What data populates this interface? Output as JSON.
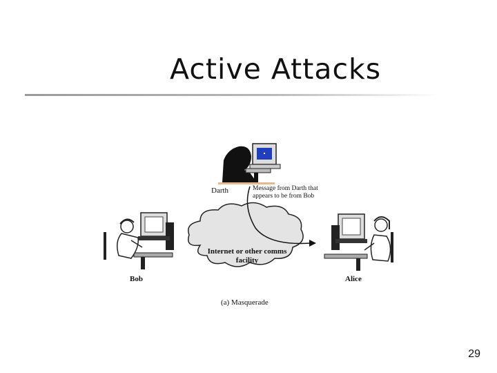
{
  "slide": {
    "title": "Active Attacks",
    "page_number": "29"
  },
  "figure": {
    "darth_label": "Darth",
    "message_label": "Message from Darth that appears to be from Bob",
    "cloud_label": "Internet or other comms facility",
    "bob_label": "Bob",
    "alice_label": "Alice",
    "caption": "(a) Masquerade"
  }
}
